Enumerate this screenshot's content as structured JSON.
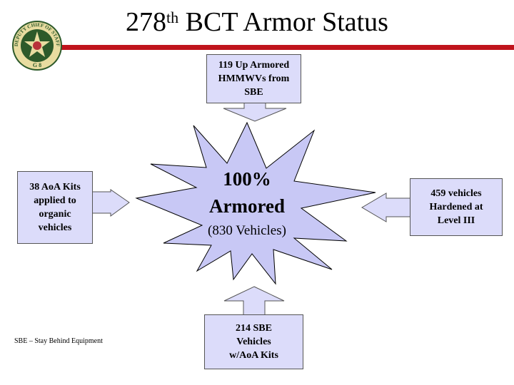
{
  "title": {
    "number": "278",
    "suffix": "th",
    "rest": "BCT Armor Status"
  },
  "seal": {
    "top_text": "DEPUTY CHIEF OF STAFF",
    "bottom_text": "G 8"
  },
  "center": {
    "line1": "100%",
    "line2": "Armored",
    "line3": "(830 Vehicles)"
  },
  "boxes": {
    "top": "119 Up Armored\nHMMWVs from\nSBE",
    "left": "38 AoA Kits\napplied to\norganic\nvehicles",
    "right": "459 vehicles\nHardened at\nLevel III",
    "bottom": "214 SBE\nVehicles\nw/AoA Kits"
  },
  "footnote": "SBE – Stay Behind Equipment",
  "colors": {
    "accent_red": "#c0141c",
    "box_fill": "#dcdcfa",
    "burst_fill": "#c8c8f5",
    "seal_green": "#2d5a2a"
  }
}
